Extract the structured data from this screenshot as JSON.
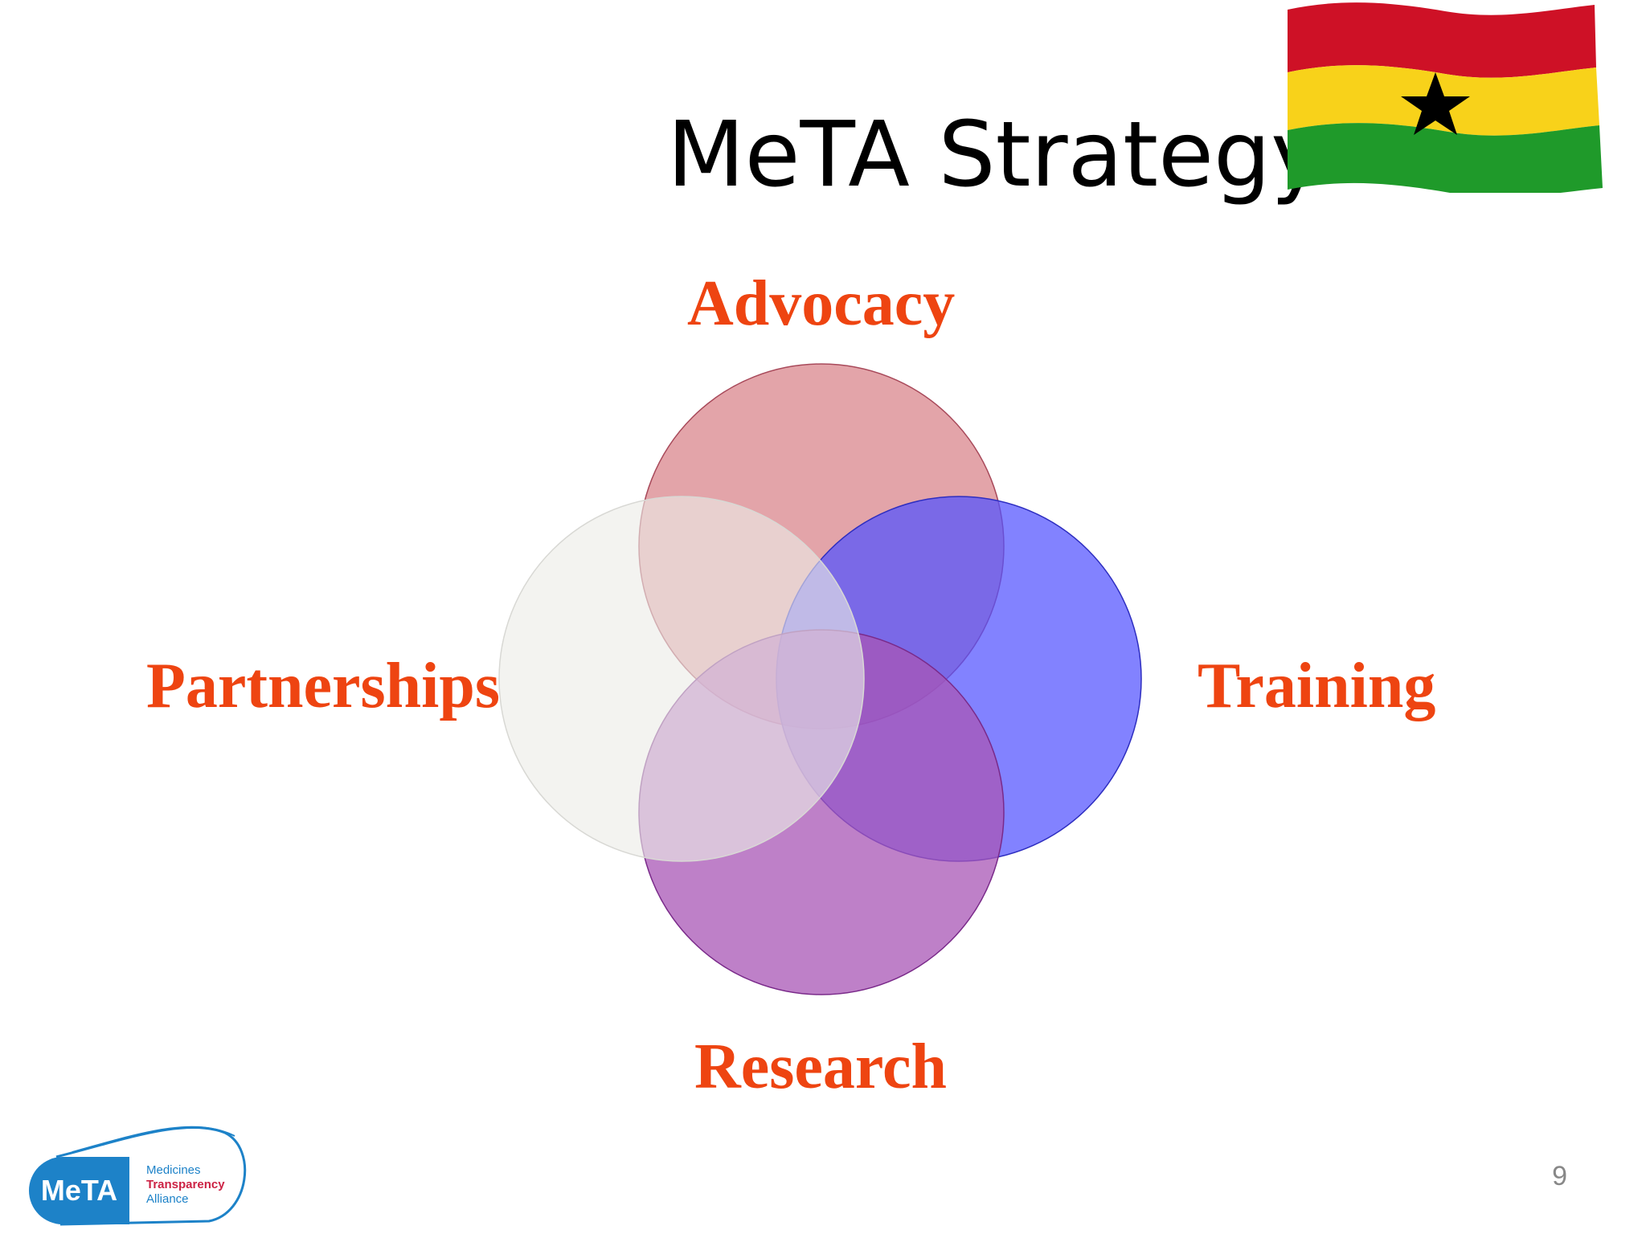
{
  "slide": {
    "title": "MeTA Strategy",
    "page_number": "9"
  },
  "diagram": {
    "type": "four overlapping circles",
    "circles": [
      {
        "label": "Advocacy",
        "color": "#d9868c",
        "position": "top"
      },
      {
        "label": "Training",
        "color": "#5252ff",
        "position": "right"
      },
      {
        "label": "Research",
        "color": "#a855b5",
        "position": "bottom"
      },
      {
        "label": "Partnerships",
        "color": "#ededea",
        "position": "left"
      }
    ],
    "label_color": "#ee4411"
  },
  "flag": {
    "icon": "ghana-flag-icon",
    "colors": [
      "#ce1126",
      "#fcd116",
      "#006b3f",
      "#000000"
    ]
  },
  "logo": {
    "name": "MeTA",
    "line1": "Medicines",
    "line2": "Transparency",
    "line3": "Alliance",
    "color": "#1d82c8"
  }
}
